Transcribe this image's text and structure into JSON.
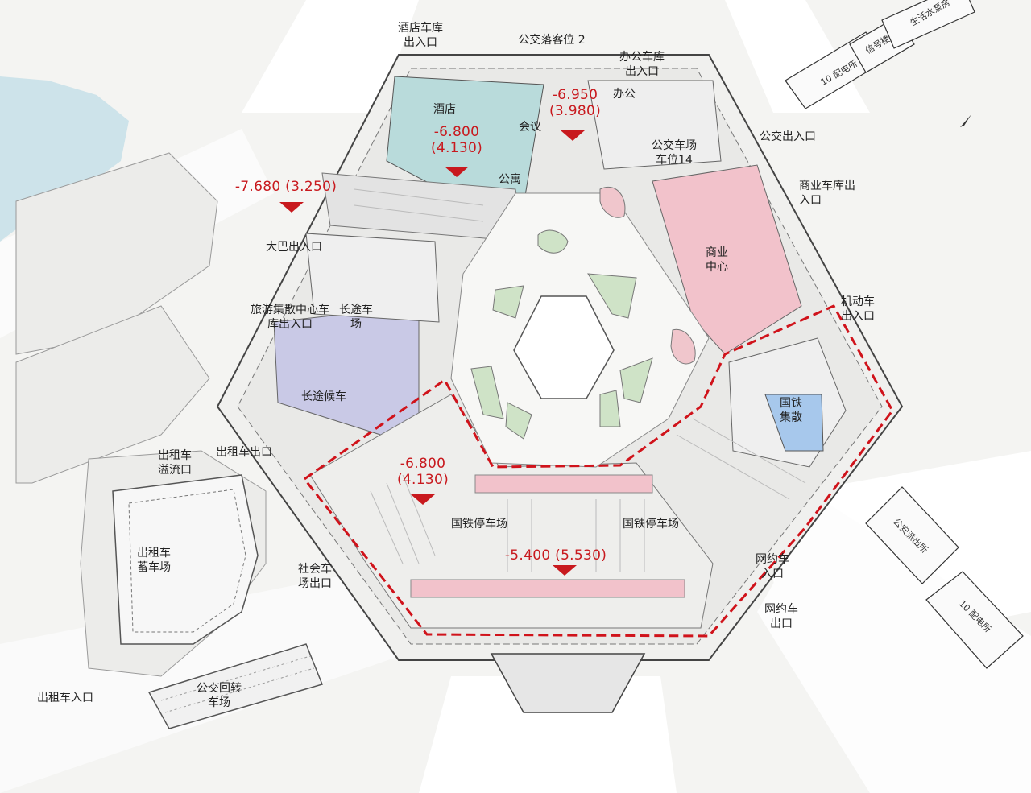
{
  "map": {
    "colors": {
      "hotel": "#b9dbdb",
      "commercial": "#f2c2cb",
      "rail_dispersal": "#a7c8ec",
      "long_distance_waiting": "#c9c9e6",
      "green": "#cfe3c7",
      "plaza_pink": "#f0c6cc",
      "boundary_red": "#d0131b",
      "road": "#ffffff",
      "building": "#dcdcdc",
      "water": "#cde3ea"
    },
    "labels": {
      "hotel_garage_entrance": "酒店车库\n出入口",
      "bus_drop_off": "公交落客位 2",
      "office_garage_entrance": "办公车库\n出入口",
      "hotel": "酒店",
      "conference": "会议",
      "office": "办公",
      "apartment": "公寓",
      "bus_yard": "公交车场\n车位14",
      "bus_exit": "公交出入口",
      "commercial_garage_exit": "商业车库出\n入口",
      "commercial_center": "商业\n中心",
      "motor_vehicle_entrance": "机动车\n出入口",
      "coach_entrance": "大巴出入口",
      "tourism_garage_entrance": "旅游集散中心车\n库出入口",
      "long_distance_yard": "长途车\n场",
      "long_distance_waiting": "长途候车",
      "rail_dispersal": "国铁\n集散",
      "taxi_exit": "出租车出口",
      "taxi_overflow": "出租车\n溢流口",
      "taxi_storage": "出租车\n蓄车场",
      "rail_parking_left": "国铁停车场",
      "rail_parking_right": "国铁停车场",
      "public_parking_exit": "社会车\n场出口",
      "ride_hailing_entrance": "网约车\n入口",
      "ride_hailing_exit": "网约车\n出口",
      "taxi_entrance": "出租车入口",
      "bus_turnaround": "公交回转\n车场"
    },
    "elevations": {
      "hotel": "-6.800\n(4.130)",
      "office": "-6.950\n(3.980)",
      "west": "-7.680 (3.250)",
      "parking_west": "-6.800\n(4.130)",
      "parking_center": "-5.400 (5.530)"
    },
    "building_signs": {
      "substation_top": "10 配电所",
      "signal_room": "信号楼",
      "water_pump_room": "生活水泵房",
      "police_station": "公安派出所",
      "substation_bottom": "10 配电所"
    }
  }
}
